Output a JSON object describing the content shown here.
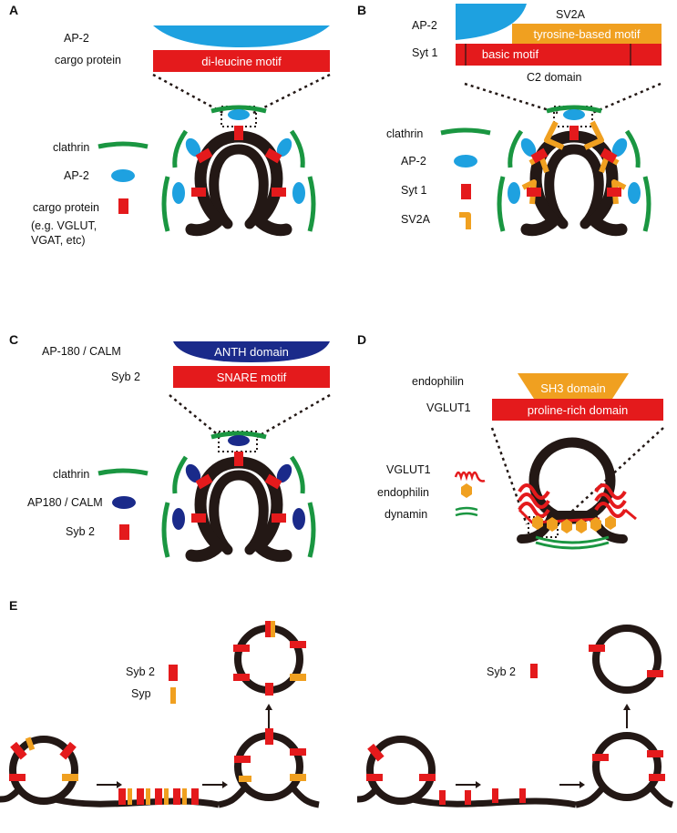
{
  "panels": {
    "A": {
      "letter": "A",
      "adaptor_label": "AP-2",
      "cargo_label": "cargo protein",
      "motif_label": "di-leucine motif",
      "legend": {
        "clathrin": "clathrin",
        "ap2": "AP-2",
        "cargo": "cargo protein",
        "cargo_note_1": "(e.g. VGLUT,",
        "cargo_note_2": "VGAT, etc)"
      }
    },
    "B": {
      "letter": "B",
      "adaptor_label": "AP-2",
      "sv2a_label": "SV2A",
      "tyrosine_label": "tyrosine-based motif",
      "syt_label": "Syt 1",
      "basic_label": "basic motif",
      "c2_label": "C2 domain",
      "legend": {
        "clathrin": "clathrin",
        "ap2": "AP-2",
        "syt1": "Syt 1",
        "sv2a": "SV2A"
      }
    },
    "C": {
      "letter": "C",
      "adaptor_label": "AP-180 / CALM",
      "anth_label": "ANTH domain",
      "syb_label": "Syb 2",
      "snare_label": "SNARE motif",
      "legend": {
        "clathrin": "clathrin",
        "ap180": "AP180 / CALM",
        "syb2": "Syb 2"
      }
    },
    "D": {
      "letter": "D",
      "endophilin_label": "endophilin",
      "sh3_label": "SH3 domain",
      "vglut_label": "VGLUT1",
      "proline_label": "proline-rich domain",
      "legend": {
        "vglut1": "VGLUT1",
        "endophilin": "endophilin",
        "dynamin": "dynamin"
      }
    },
    "E": {
      "letter": "E",
      "legend_left": {
        "syb2": "Syb 2",
        "syp": "Syp"
      },
      "legend_right": {
        "syb2": "Syb 2"
      }
    }
  },
  "colors": {
    "membrane": "#231815",
    "clathrin": "#1a9641",
    "ap2": "#1ea1e0",
    "cargo": "#e41a1c",
    "sv2a": "#f0a020",
    "ap180": "#1a2a8a"
  }
}
